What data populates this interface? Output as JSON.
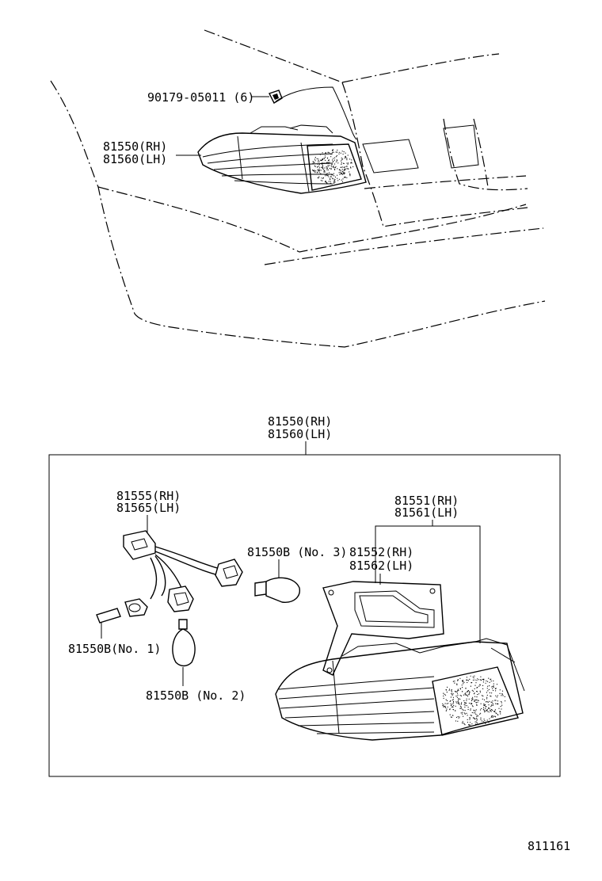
{
  "labels": {
    "clip_part": "90179-05011 (6)",
    "lamp_rh_top": "81550(RH)",
    "lamp_lh_top": "81560(LH)",
    "assy_rh": "81550(RH)",
    "assy_lh": "81560(LH)",
    "socket_rh": "81555(RH)",
    "socket_lh": "81565(LH)",
    "lens_rh": "81551(RH)",
    "lens_lh": "81561(LH)",
    "gasket_rh": "81552(RH)",
    "gasket_lh": "81562(LH)",
    "bulb_no3": "81550B (No. 3)",
    "bulb_no1": "81550B(No. 1)",
    "bulb_no2": "81550B (No. 2)",
    "figure_number": "811161"
  }
}
